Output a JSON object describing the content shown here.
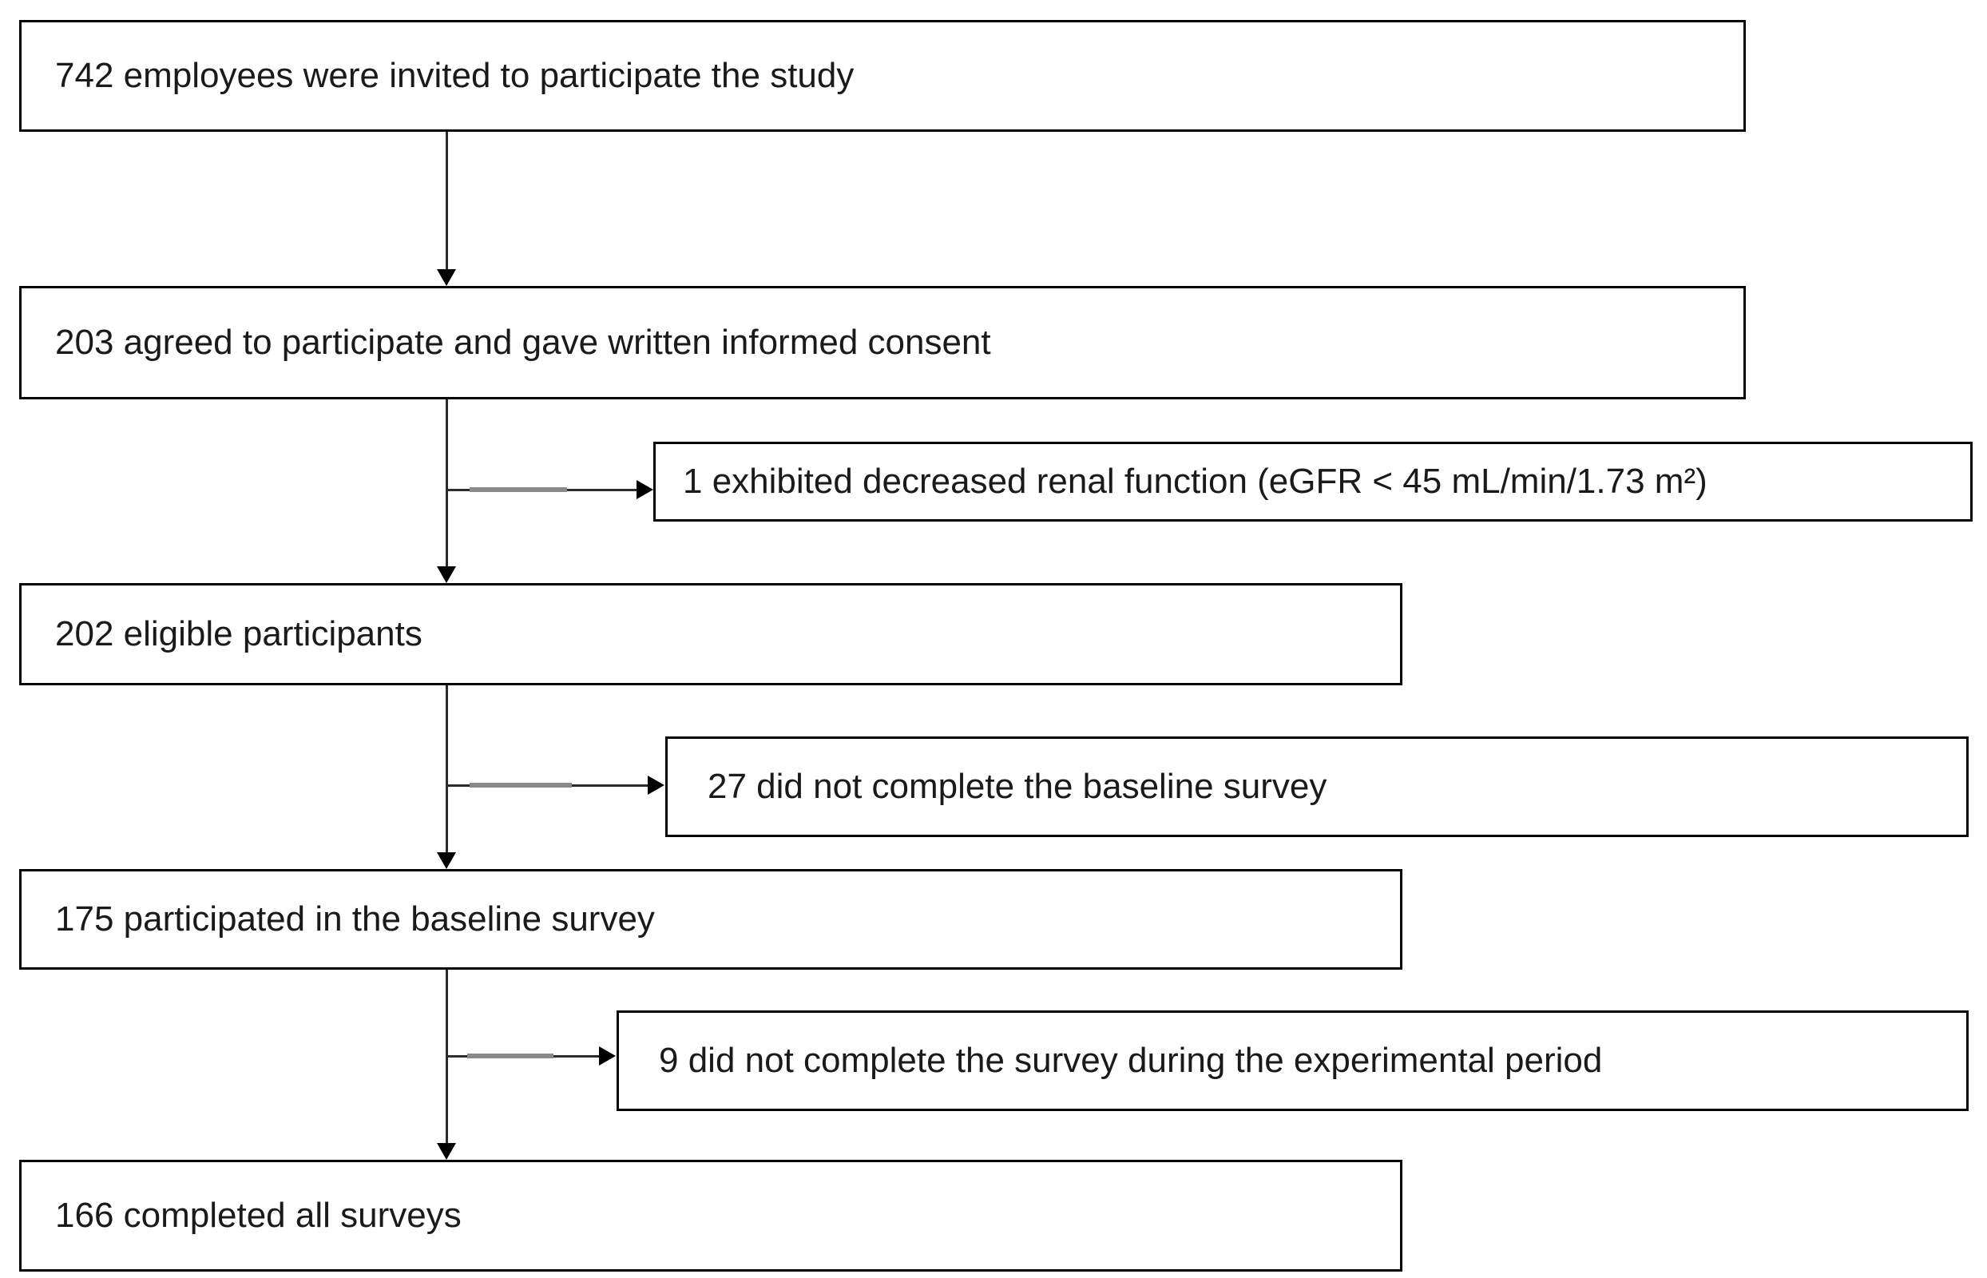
{
  "flowchart": {
    "main": {
      "invited": "742 employees were invited to participate the study",
      "consented": "203 agreed to participate and gave written informed consent",
      "eligible": "202 eligible participants",
      "baseline": "175 participated in the baseline survey",
      "completed": "166 completed all surveys"
    },
    "exclusions": {
      "renal": "1 exhibited decreased renal function (eGFR < 45 mL/min/1.73 m²)",
      "no_baseline": "27 did not complete the baseline survey",
      "no_followup": "9 did not complete the survey during the experimental period"
    },
    "colors": {
      "background": "#ffffff",
      "box_border": "#000000",
      "text": "#1a1a1a",
      "arrow": "#2b2b2b",
      "arrow_highlight": "#8a8a8a"
    }
  }
}
